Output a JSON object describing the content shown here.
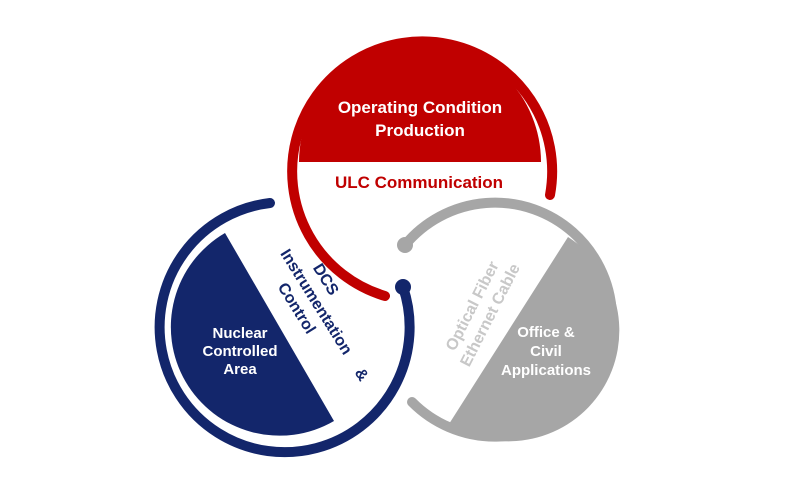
{
  "colors": {
    "red": "#c00000",
    "navy": "#13266b",
    "gray": "#a6a6a6",
    "white": "#ffffff"
  },
  "top_segment": {
    "title_line1": "Operating Condition",
    "title_line2": "Production",
    "ring_label": "ULC Communication"
  },
  "left_segment": {
    "title_line1": "Nuclear",
    "title_line2": "Controlled",
    "title_line3": "Area",
    "ring_label_line1": "DCS",
    "ring_label_line2": "Instrumentation",
    "ring_label_line3": "&",
    "ring_label_line4": "Control"
  },
  "right_segment": {
    "title_line1": "Office &",
    "title_line2": "Civil",
    "title_line3": "Applications",
    "ring_label_line1": "Optical Fiber",
    "ring_label_line2": "Ethernet Cable"
  }
}
